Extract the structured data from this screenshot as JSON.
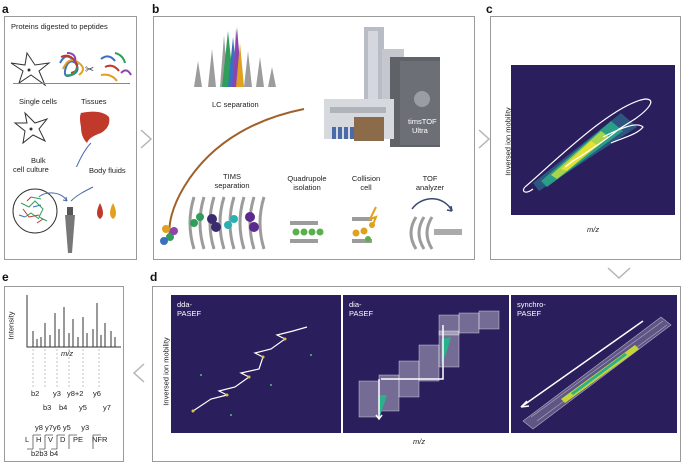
{
  "labels": {
    "a": "a",
    "b": "b",
    "c": "c",
    "d": "d",
    "e": "e"
  },
  "panel_a": {
    "title": "Proteins digested to peptides",
    "single_cells": "Single cells",
    "tissues": "Tissues",
    "bulk_1": "Bulk",
    "bulk_2": "cell culture",
    "body_fluids": "Body fluids"
  },
  "panel_b": {
    "lc": "LC separation",
    "tims_1": "TIMS",
    "tims_2": "separation",
    "quad_1": "Quadrupole",
    "quad_2": "isolation",
    "coll_1": "Collision",
    "coll_2": "cell",
    "tof_1": "TOF",
    "tof_2": "analyzer",
    "instr_1": "timsTOF",
    "instr_2": "Ultra"
  },
  "panel_c": {
    "ylabel": "Inversed ion mobility",
    "xlabel": "m/z"
  },
  "panel_d": {
    "ylabel": "Inversed ion mobility",
    "xlabel": "m/z",
    "sub1_a": "dda-",
    "sub1_b": "PASEF",
    "sub2_a": "dia-",
    "sub2_b": "PASEF",
    "sub3_a": "synchro-",
    "sub3_b": "PASEF"
  },
  "panel_e": {
    "ylabel": "Intensity",
    "xlabel": "m/z",
    "row1": [
      "b2",
      "y3",
      "y8+2",
      "y6"
    ],
    "row2": [
      "b3",
      "b4",
      "y5",
      "y7"
    ],
    "top_ions": "y8 y7y6 y5     y3",
    "seq": [
      "L",
      "H",
      "V",
      "D",
      "PE",
      "NFR"
    ],
    "bottom_ions": "b2b3 b4"
  },
  "colors": {
    "dark_bg": "#2a1e5c",
    "panel_border": "#9a9a9a",
    "arrow": "#b5b5b5",
    "peak_grey": "#9c9c9c",
    "brown": "#a0602a"
  }
}
